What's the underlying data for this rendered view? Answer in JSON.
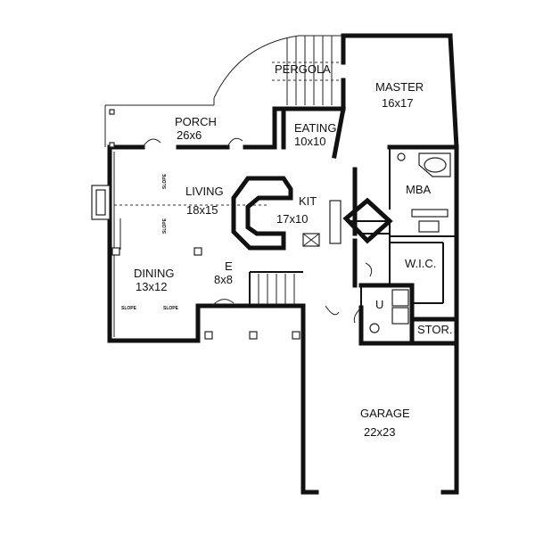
{
  "rooms": {
    "pergola": {
      "name": "PERGOLA"
    },
    "master": {
      "name": "MASTER",
      "size": "16x17"
    },
    "porch": {
      "name": "PORCH",
      "size": "26x6"
    },
    "eating": {
      "name": "EATING",
      "size": "10x10"
    },
    "mba": {
      "name": "MBA"
    },
    "living": {
      "name": "LIVING",
      "size": "18x15"
    },
    "kit": {
      "name": "KIT",
      "size": "17x10"
    },
    "wic": {
      "name": "W.I.C."
    },
    "dining": {
      "name": "DINING",
      "size": "13x12"
    },
    "entry": {
      "name": "E",
      "size": "8x8"
    },
    "utility": {
      "name": "U"
    },
    "storage": {
      "name": "STOR."
    },
    "garage": {
      "name": "GARAGE",
      "size": "22x23"
    }
  },
  "notes": {
    "slope": "SLOPE"
  }
}
